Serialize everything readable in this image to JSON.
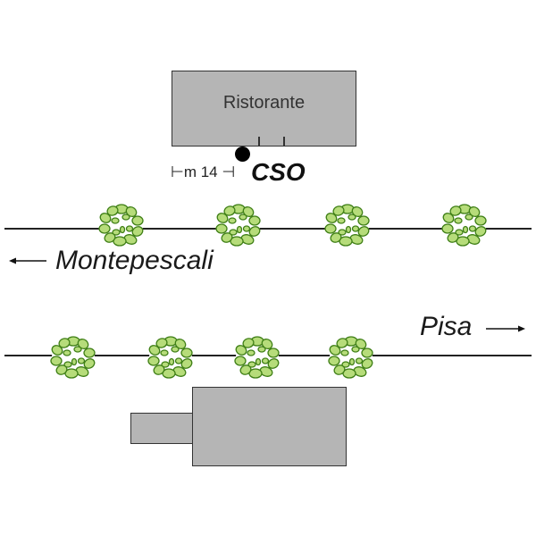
{
  "restaurant": {
    "label": "Ristorante"
  },
  "marker": {
    "distance_label": "m 14",
    "place_label": "CSO"
  },
  "directions": {
    "left": {
      "label": "Montepescali",
      "arrow": "left-arrow"
    },
    "right": {
      "label": "Pisa",
      "arrow": "right-arrow"
    }
  },
  "trees": {
    "upper_road_count": 4,
    "lower_road_count": 4
  },
  "colors": {
    "building": "#b5b5b5",
    "tree": "#4a8a1c",
    "road": "#222222"
  }
}
